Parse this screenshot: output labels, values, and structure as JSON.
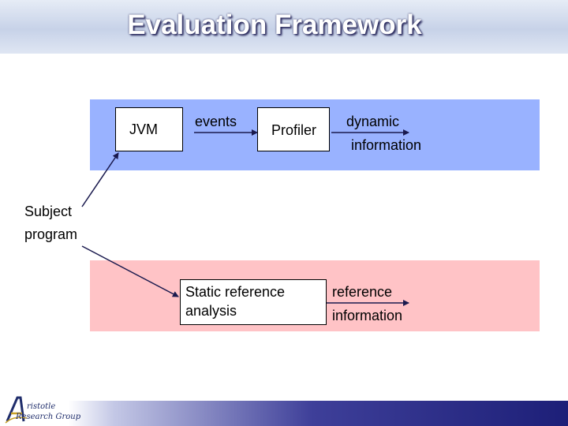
{
  "slide": {
    "title": "Evaluation Framework"
  },
  "diagram": {
    "jvm": "JVM",
    "events": "events",
    "profiler": "Profiler",
    "dynamic_line1": "dynamic",
    "dynamic_line2": "information",
    "subject_line1": "Subject",
    "subject_line2": "program",
    "static_line1": "Static reference",
    "static_line2": "analysis",
    "reference_line1": "reference",
    "reference_line2": "information"
  },
  "logo": {
    "line1": "ristotle",
    "line2": "Research Group"
  },
  "colors": {
    "top_band": "#99b2ff",
    "bottom_band": "#ffc3c6",
    "arrow": "#1a1a4e"
  }
}
